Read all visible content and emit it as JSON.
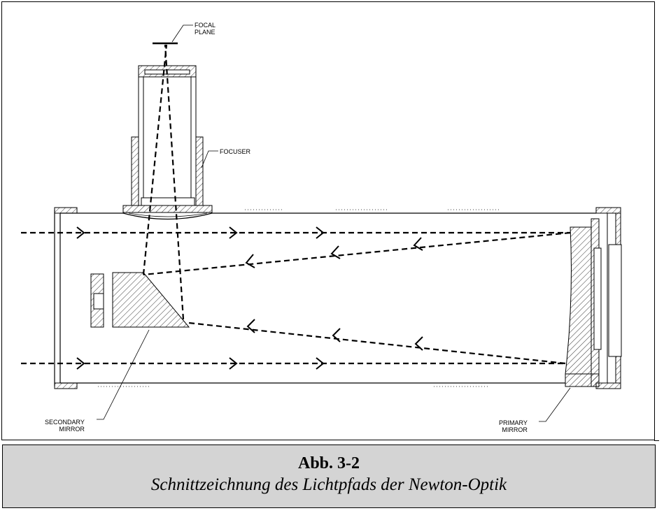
{
  "labels": {
    "focal_plane": "FOCAL\nPLANE",
    "focuser": "FOCUSER",
    "secondary_mirror": "SECONDARY\nMIRROR",
    "primary_mirror": "PRIMARY\nMIRROR"
  },
  "caption": {
    "number": "Abb. 3-2",
    "text": "Schnittzeichnung des Lichtpfads der Newton-Optik"
  },
  "colors": {
    "line": "#000000",
    "caption_background": "#d4d4d4"
  }
}
